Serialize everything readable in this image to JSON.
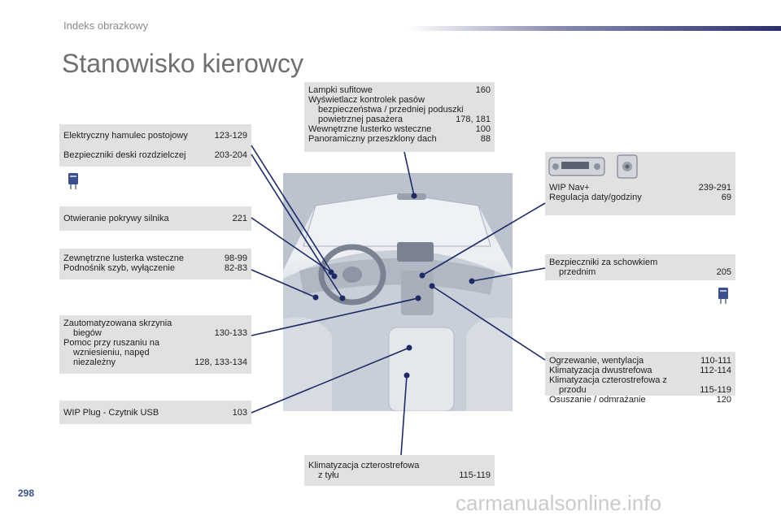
{
  "header": {
    "title": "Indeks obrazkowy"
  },
  "page_title": "Stanowisko kierowcy",
  "page_number": "298",
  "watermark": "carmanualsonline.info",
  "boxes": {
    "lights": {
      "rows": [
        {
          "text": "Lampki sufitowe",
          "page": "160"
        },
        {
          "text": "Wyświetlacz kontrolek pasów",
          "page": ""
        },
        {
          "text": "bezpieczeństwa / przedniej poduszki",
          "page": ""
        },
        {
          "text": "powietrznej pasażera",
          "page": "178, 181"
        },
        {
          "text": "Wewnętrzne lusterko wsteczne",
          "page": "100"
        },
        {
          "text": "Panoramiczny przeszklony dach",
          "page": "88"
        }
      ]
    },
    "brake": {
      "rows": [
        {
          "text": "Elektryczny hamulec postojowy",
          "page": "123-129"
        },
        {
          "text": "Bezpieczniki deski rozdzielczej",
          "page": "203-204"
        }
      ]
    },
    "bonnet": {
      "rows": [
        {
          "text": "Otwieranie pokrywy silnika",
          "page": "221"
        }
      ]
    },
    "mirrors": {
      "rows": [
        {
          "text": "Zewnętrzne lusterka wsteczne",
          "page": "98-99"
        },
        {
          "text": "Podnośnik szyb, wyłączenie",
          "page": "82-83"
        }
      ]
    },
    "gearbox": {
      "rows": [
        {
          "text": "Zautomatyzowana skrzynia",
          "page": ""
        },
        {
          "text": "biegów",
          "page": "130-133"
        },
        {
          "text": "Pomoc przy ruszaniu na",
          "page": ""
        },
        {
          "text": "wzniesieniu, napęd",
          "page": ""
        },
        {
          "text": "niezależny",
          "page": "128, 133-134"
        }
      ]
    },
    "usb": {
      "rows": [
        {
          "text": "WIP Plug - Czytnik USB",
          "page": "103"
        }
      ]
    },
    "rear_ac": {
      "rows": [
        {
          "text": "Klimatyzacja czterostrefowa",
          "page": ""
        },
        {
          "text": "z tyłu",
          "page": "115-119"
        }
      ]
    },
    "nav": {
      "rows": [
        {
          "text": "WIP Nav+",
          "page": "239-291"
        },
        {
          "text": "Regulacja daty/godziny",
          "page": "69"
        }
      ]
    },
    "glovebox_fuses": {
      "rows": [
        {
          "text": "Bezpieczniki za schowkiem",
          "page": ""
        },
        {
          "text": "przednim",
          "page": "205"
        }
      ]
    },
    "heating": {
      "rows": [
        {
          "text": "Ogrzewanie, wentylacja",
          "page": "110-111"
        },
        {
          "text": "Klimatyzacja dwustrefowa",
          "page": "112-114"
        },
        {
          "text": "Klimatyzacja czterostrefowa z",
          "page": ""
        },
        {
          "text": "przodu",
          "page": "115-119"
        },
        {
          "text": "Osuszanie / odmrażanie",
          "page": "120"
        }
      ]
    }
  },
  "icons": [
    "fuse-icon",
    "fuse-icon",
    "nav-unit-icon",
    "control-pad-icon"
  ],
  "colors": {
    "box_bg": "#e1e1e1",
    "line": "#1d2a66",
    "title": "#6f6f72",
    "page_number": "#3b4f8f"
  }
}
